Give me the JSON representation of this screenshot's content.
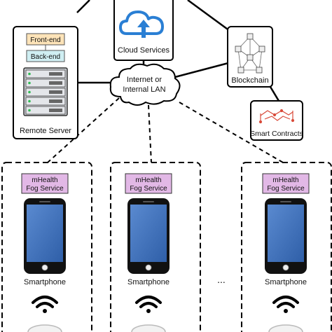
{
  "nodes": {
    "cloud": "Cloud Services",
    "blockchain": "Blockchain",
    "smart_contracts": "Smart Contracts",
    "remote_server": "Remote Server",
    "front_end": "Front-end",
    "back_end": "Back-end",
    "internet_line1": "Internet or",
    "internet_line2": "Internal LAN"
  },
  "devices": [
    {
      "service_line1": "mHealth",
      "service_line2": "Fog Service",
      "label": "Smartphone"
    },
    {
      "service_line1": "mHealth",
      "service_line2": "Fog Service",
      "label": "Smartphone"
    },
    {
      "service_line1": "mHealth",
      "service_line2": "Fog Service",
      "label": "Smartphone"
    }
  ],
  "ellipsis": "...",
  "colors": {
    "cloud_icon": "#2a7fd4",
    "front_end_fill": "#fde3b8",
    "back_end_fill": "#cfeef2",
    "fog_service_fill": "#e2b8e6",
    "phone_screen": "#3f6fb8",
    "smart_contract_accent": "#d94a3a"
  }
}
